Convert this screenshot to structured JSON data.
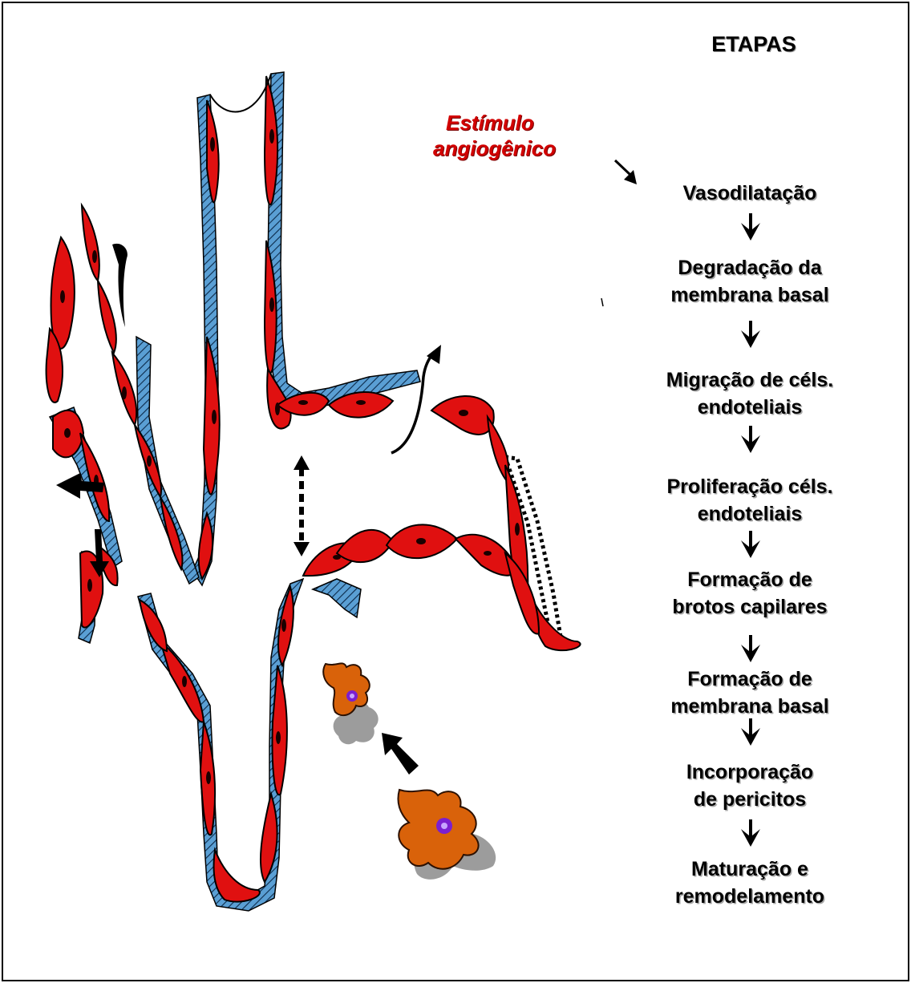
{
  "title": "ETAPAS",
  "stimulus": {
    "line1": "Estímulo",
    "line2": "angiogênico"
  },
  "steps": [
    {
      "line1": "Vasodilatação",
      "line2": ""
    },
    {
      "line1": "Degradação da",
      "line2": "membrana basal"
    },
    {
      "line1": "Migração de céls.",
      "line2": "endoteliais"
    },
    {
      "line1": "Proliferação céls.",
      "line2": "endoteliais"
    },
    {
      "line1": "Formação de",
      "line2": "brotos capilares"
    },
    {
      "line1": "Formação de",
      "line2": "membrana basal"
    },
    {
      "line1": "Incorporação",
      "line2": "de pericitos"
    },
    {
      "line1": "Maturação e",
      "line2": "remodelamento"
    }
  ],
  "colors": {
    "endothelial_cell": "#e01010",
    "basement_membrane": "#5a9fd4",
    "pericyte": "#d9620a",
    "pericyte_shadow": "#9c9c9c",
    "pericyte_nucleus": "#7b1fd0",
    "stimulus_text": "#d20000"
  }
}
